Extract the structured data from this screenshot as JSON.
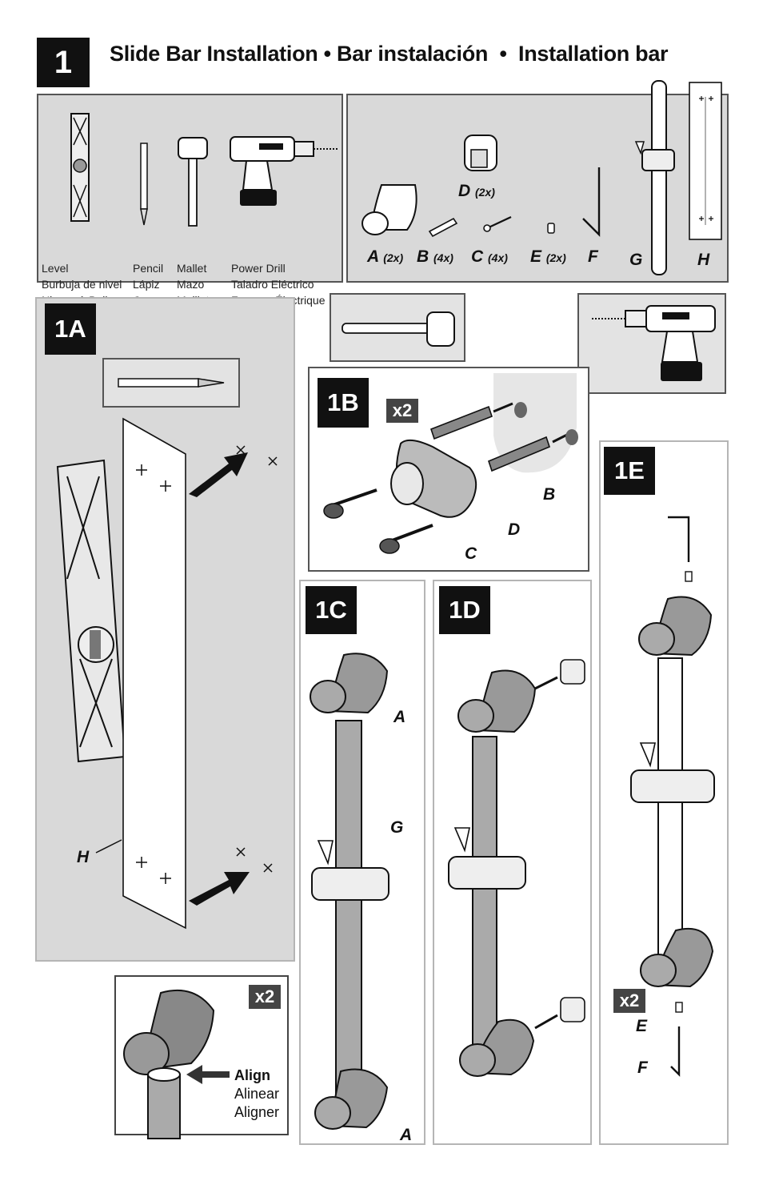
{
  "header": {
    "step_number": "1",
    "title": "Slide Bar Installation • Bar instalación  •  Installation bar"
  },
  "tools": [
    {
      "en": "Level",
      "es": "Burbuja de nivel",
      "fr": "Niveau à Bulle"
    },
    {
      "en": "Pencil",
      "es": "Lápiz",
      "fr": "Crayon"
    },
    {
      "en": "Mallet",
      "es": "Mazo",
      "fr": "Maillet"
    },
    {
      "en": "Power Drill",
      "es": "Taladro Eléctrico",
      "fr": "Foreuse Électrique"
    }
  ],
  "parts": {
    "A": {
      "letter": "A",
      "qty": "(2x)"
    },
    "B": {
      "letter": "B",
      "qty": "(4x)"
    },
    "C": {
      "letter": "C",
      "qty": "(4x)"
    },
    "D": {
      "letter": "D",
      "qty": "(2x)"
    },
    "E": {
      "letter": "E",
      "qty": "(2x)"
    },
    "F": {
      "letter": "F"
    },
    "G": {
      "letter": "G"
    },
    "H": {
      "letter": "H"
    }
  },
  "steps": {
    "s1a": "1A",
    "s1b": "1B",
    "s1c": "1C",
    "s1d": "1D",
    "s1e": "1E"
  },
  "badges": {
    "b1b": "x2",
    "balign": "x2",
    "b1e": "x2"
  },
  "align": {
    "en": "Align",
    "es": "Alinear",
    "fr": "Aligner"
  },
  "labels": {
    "h_1a": "H",
    "b_1b": "B",
    "d_1b": "D",
    "c_1b": "C",
    "a_top_1c": "A",
    "g_1c": "G",
    "a_bot_1c": "A",
    "e_1e": "E",
    "f_1e": "F"
  }
}
